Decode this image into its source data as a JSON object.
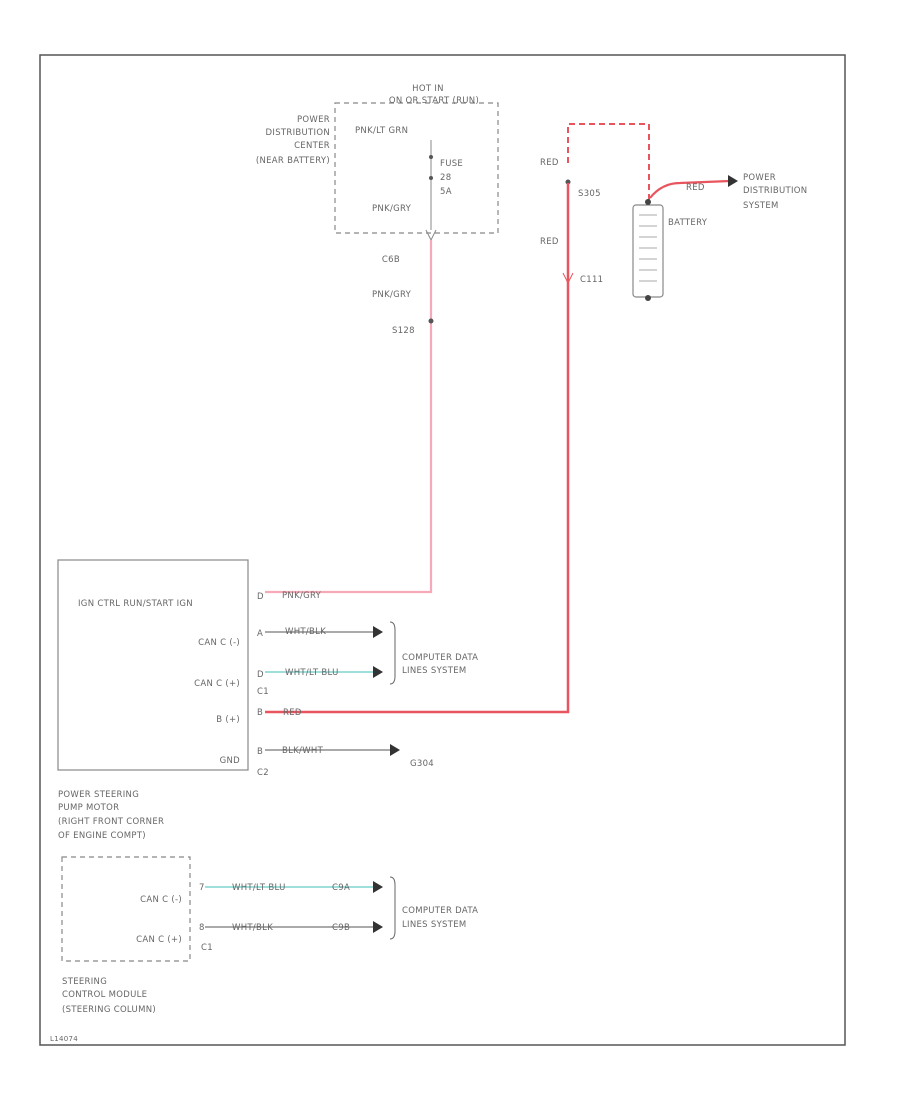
{
  "colors": {
    "frame": "#555555",
    "box": "#888888",
    "wire_pink": "#f6a9b8",
    "wire_red": "#e8555f",
    "wire_teal": "#7fd3cf",
    "wire_gray": "#777777",
    "text": "#666666"
  },
  "pdc": {
    "hot": "HOT IN",
    "hot2": "ON OR START (RUN)",
    "name_lines": [
      "POWER",
      "DISTRIBUTION",
      "CENTER",
      "(NEAR BATTERY)"
    ],
    "wire_in": "PNK/LT GRN",
    "fuse_lines": [
      "FUSE",
      "28",
      "5A"
    ],
    "wire_out": "PNK/GRY",
    "connector": "C6B"
  },
  "splice": {
    "wire": "PNK/GRY",
    "id": "S128"
  },
  "battery": {
    "wire_top": "RED",
    "splice": "S305",
    "wire_bottom": "RED",
    "connector": "C111",
    "label": "BATTERY",
    "out_wire": "RED",
    "out_dest_lines": [
      "POWER",
      "DISTRIBUTION",
      "SYSTEM"
    ]
  },
  "pump": {
    "header": "IGN CTRL RUN/START IGN",
    "pins": [
      {
        "pin": "D",
        "label": "",
        "wire": "PNK/GRY"
      },
      {
        "pin": "A",
        "label": "CAN C (-)",
        "wire": "WHT/BLK"
      },
      {
        "pin": "D",
        "label": "CAN C (+)",
        "wire": "WHT/LT BLU"
      },
      {
        "pin": "B",
        "label": "B (+)",
        "wire": "RED"
      },
      {
        "pin": "B",
        "label": "GND",
        "wire": "BLK/WHT"
      }
    ],
    "conn_c1": "C1",
    "conn_c2": "C2",
    "ground": "G304",
    "cds_lines": [
      "COMPUTER DATA",
      "LINES SYSTEM"
    ],
    "name_lines": [
      "POWER STEERING",
      "PUMP MOTOR",
      "(RIGHT FRONT CORNER",
      "OF ENGINE COMPT)"
    ]
  },
  "scm": {
    "pins": [
      {
        "pin": "7",
        "label": "CAN C (-)",
        "wire": "WHT/LT BLU",
        "conn": "C9A"
      },
      {
        "pin": "8",
        "label": "CAN C (+)",
        "wire": "WHT/BLK",
        "conn": "C9B"
      }
    ],
    "conn": "C1",
    "cds_lines": [
      "COMPUTER DATA",
      "LINES SYSTEM"
    ],
    "name_lines": [
      "STEERING",
      "CONTROL MODULE",
      "(STEERING COLUMN)"
    ]
  },
  "footer": "L14074"
}
